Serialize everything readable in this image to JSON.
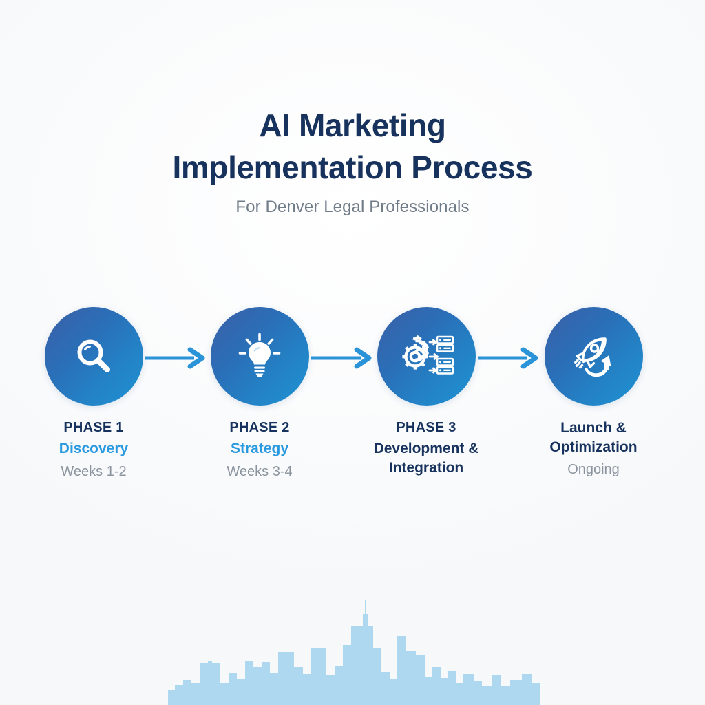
{
  "theme": {
    "background": "#fbfcfd",
    "title_color": "#17325c",
    "subtitle_color": "#717c89",
    "accent_blue": "#2a9ae0",
    "arrow_blue": "#2b93d8",
    "circle_gradient_from": "#3c5fa6",
    "circle_gradient_to": "#1e93d4",
    "skyline_color": "#aed8f0",
    "muted_text": "#8b949e"
  },
  "header": {
    "title_line_1": "AI Marketing",
    "title_line_2": "Implementation Process",
    "subtitle": "For Denver Legal Professionals"
  },
  "process": {
    "phases": [
      {
        "kicker": "PHASE 1",
        "name_lines": [
          "Discovery"
        ],
        "name_style": "accent",
        "timing": "Weeks 1-2",
        "icon": "magnifier-icon"
      },
      {
        "kicker": "PHASE 2",
        "name_lines": [
          "Strategy"
        ],
        "name_style": "accent",
        "timing": "Weeks 3-4",
        "icon": "lightbulb-icon"
      },
      {
        "kicker": "PHASE 3",
        "name_lines": [
          "Development &",
          "Integration"
        ],
        "name_style": "dark",
        "timing": "",
        "icon": "gear-server-icon"
      },
      {
        "kicker": "",
        "name_lines": [
          "Launch &",
          "Optimization"
        ],
        "name_style": "dark",
        "timing": "Ongoing",
        "icon": "rocket-growth-icon"
      }
    ],
    "connectors": [
      {
        "name": "arrow-phase-1-to-2"
      },
      {
        "name": "arrow-phase-2-to-3"
      },
      {
        "name": "arrow-phase-3-to-4"
      }
    ]
  },
  "footer": {
    "skyline_label": "Denver city skyline silhouette"
  }
}
